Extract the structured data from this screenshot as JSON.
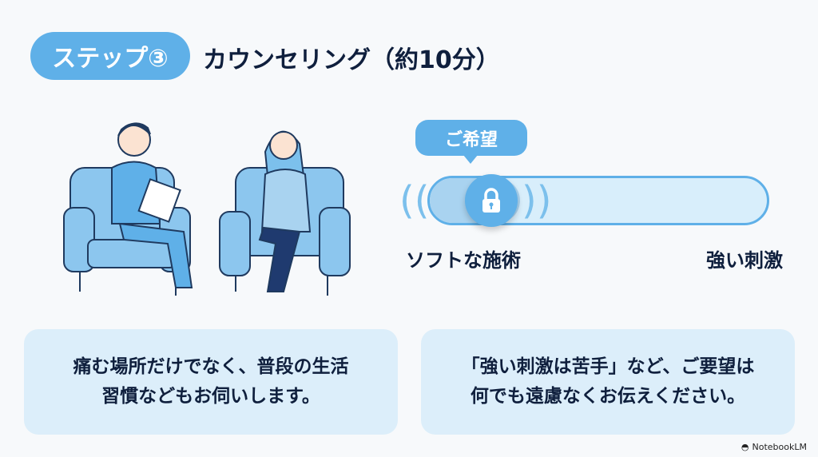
{
  "header": {
    "step_label": "ステップ③",
    "title": "カウンセリング（約10分）"
  },
  "slider": {
    "bubble_label": "ご希望",
    "value": 0.13,
    "icon": "lock-icon",
    "min_label": "ソフトな施術",
    "max_label": "強い刺激"
  },
  "cards": [
    {
      "line1": "痛む場所だけでなく、普段の生活",
      "line2": "習慣などもお伺いします。"
    },
    {
      "line1": "「強い刺激は苦手」など、ご要望は",
      "line2": "何でも遠慮なくお伝えください。"
    }
  ],
  "brand": "NotebookLM",
  "colors": {
    "accent": "#5fb0e8",
    "card": "#dceefa",
    "text": "#0f1f3d"
  }
}
